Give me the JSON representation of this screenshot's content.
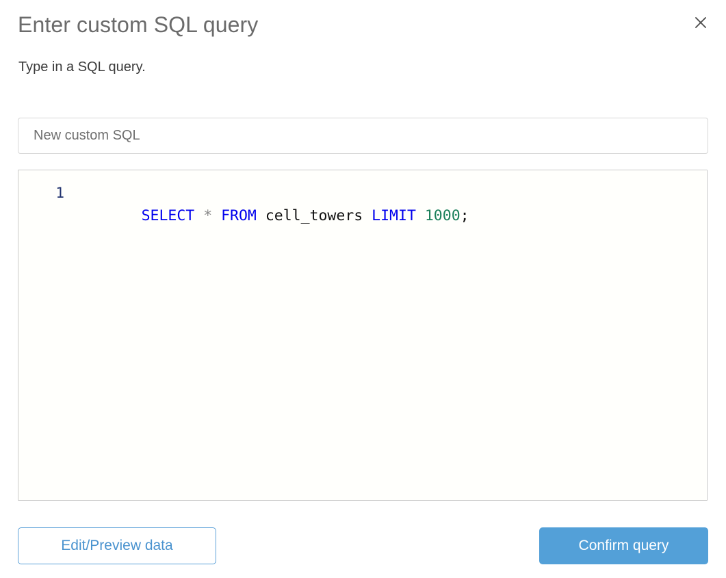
{
  "dialog": {
    "title": "Enter custom SQL query",
    "subtitle": "Type in a SQL query.",
    "close_icon": "close-icon"
  },
  "name_field": {
    "value": "New custom SQL",
    "placeholder": "New custom SQL"
  },
  "editor": {
    "line_numbers": [
      "1"
    ],
    "language": "sql",
    "tokens": [
      {
        "text": "SELECT",
        "type": "keyword"
      },
      {
        "text": " ",
        "type": "plain"
      },
      {
        "text": "*",
        "type": "operator"
      },
      {
        "text": " ",
        "type": "plain"
      },
      {
        "text": "FROM",
        "type": "keyword"
      },
      {
        "text": " ",
        "type": "plain"
      },
      {
        "text": "cell_towers",
        "type": "identifier"
      },
      {
        "text": " ",
        "type": "plain"
      },
      {
        "text": "LIMIT",
        "type": "keyword"
      },
      {
        "text": " ",
        "type": "plain"
      },
      {
        "text": "1000",
        "type": "number"
      },
      {
        "text": ";",
        "type": "punct"
      }
    ],
    "full_text": "SELECT * FROM cell_towers LIMIT 1000;"
  },
  "footer": {
    "secondary_label": "Edit/Preview data",
    "primary_label": "Confirm query"
  },
  "colors": {
    "accent": "#53a0d8",
    "accent_text": "#4a93cf",
    "title": "#6b6b6b",
    "keyword": "#0000ee",
    "number": "#1a7f5a",
    "operator": "#8a8a8a",
    "gutter": "#20326e"
  }
}
